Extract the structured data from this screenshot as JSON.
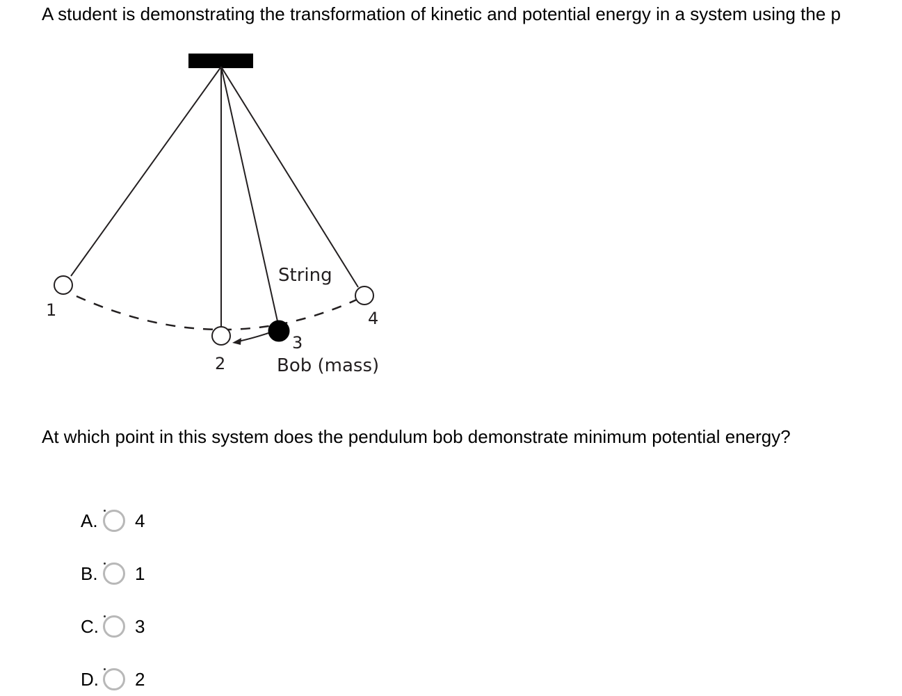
{
  "question": {
    "intro": "A student is demonstrating the transformation of kinetic and potential energy in a system using the p",
    "prompt": "At which point in this system does the pendulum bob demonstrate minimum potential energy?"
  },
  "diagram": {
    "label_string": "String",
    "label_bob": "Bob (mass)",
    "point_labels": [
      "1",
      "2",
      "3",
      "4"
    ]
  },
  "choices": [
    {
      "letter": "A.",
      "text": "4"
    },
    {
      "letter": "B.",
      "text": "1"
    },
    {
      "letter": "C.",
      "text": "3"
    },
    {
      "letter": "D.",
      "text": "2"
    }
  ]
}
